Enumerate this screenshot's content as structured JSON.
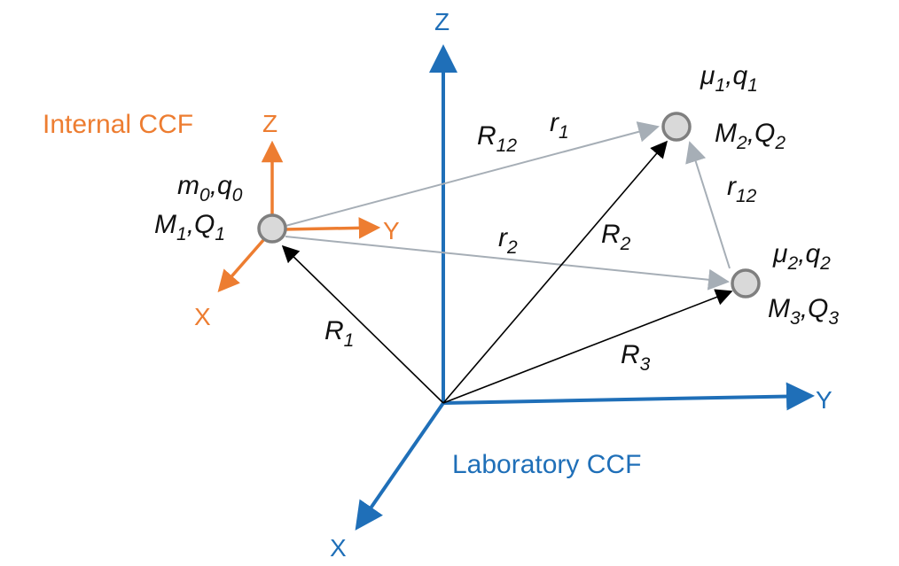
{
  "colors": {
    "laboratory_frame": "#1f6fb8",
    "internal_frame": "#ed7d31",
    "position_vectors": "#000000",
    "relative_vectors": "#a6aeb6",
    "particle_fill": "#d9d9d9",
    "particle_stroke": "#7f7f7f"
  },
  "laboratory_frame": {
    "caption": "Laboratory CCF",
    "axes": {
      "x": "X",
      "y": "Y",
      "z": "Z"
    }
  },
  "internal_frame": {
    "caption": "Internal CCF",
    "axes": {
      "x": "X",
      "y": "Y",
      "z": "Z"
    }
  },
  "particles": [
    {
      "id": "particle-1",
      "labels": [
        {
          "a": "m",
          "a_sub": "0",
          "b": "q",
          "b_sub": "0"
        },
        {
          "a": "M",
          "a_sub": "1",
          "b": "Q",
          "b_sub": "1"
        }
      ]
    },
    {
      "id": "particle-2",
      "labels": [
        {
          "a": "μ",
          "a_sub": "1",
          "b": "q",
          "b_sub": "1"
        },
        {
          "a": "M",
          "a_sub": "2",
          "b": "Q",
          "b_sub": "2"
        }
      ]
    },
    {
      "id": "particle-3",
      "labels": [
        {
          "a": "μ",
          "a_sub": "2",
          "b": "q",
          "b_sub": "2"
        },
        {
          "a": "M",
          "a_sub": "3",
          "b": "Q",
          "b_sub": "3"
        }
      ]
    }
  ],
  "vectors": {
    "R1": {
      "base": "R",
      "sub": "1"
    },
    "R2": {
      "base": "R",
      "sub": "2"
    },
    "R3": {
      "base": "R",
      "sub": "3"
    },
    "R12": {
      "base": "R",
      "sub": "12"
    },
    "r1": {
      "base": "r",
      "sub": "1"
    },
    "r2": {
      "base": "r",
      "sub": "2"
    },
    "r12": {
      "base": "r",
      "sub": "12"
    }
  }
}
